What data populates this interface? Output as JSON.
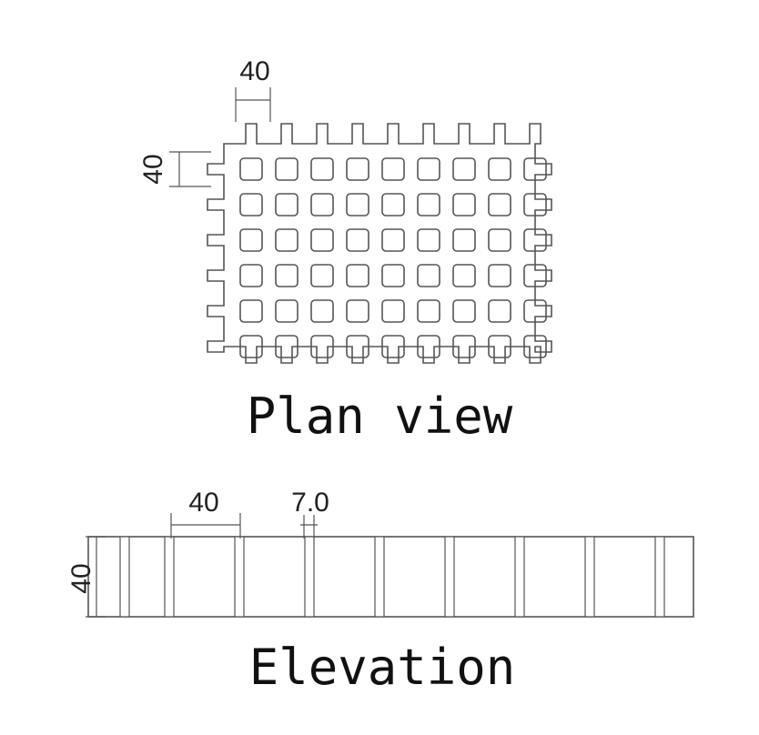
{
  "plan": {
    "caption": "Plan view",
    "dim_top": "40",
    "dim_left": "40",
    "columns": 9,
    "rows": 6
  },
  "elevation": {
    "caption": "Elevation",
    "dim_pitch": "40",
    "dim_bar": "7.0",
    "dim_height": "40",
    "bars": 9
  },
  "colors": {
    "line": "#555555",
    "text": "#111111"
  }
}
